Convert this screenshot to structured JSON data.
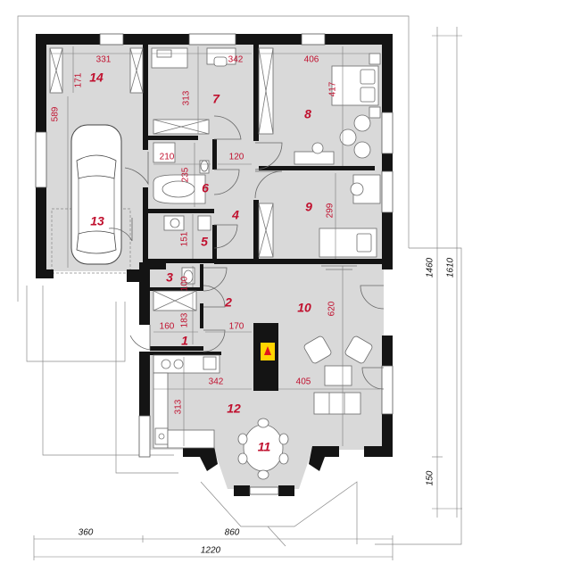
{
  "rooms": [
    {
      "key": "r1",
      "label": "1"
    },
    {
      "key": "r2",
      "label": "2"
    },
    {
      "key": "r3",
      "label": "3"
    },
    {
      "key": "r4",
      "label": "4"
    },
    {
      "key": "r5",
      "label": "5"
    },
    {
      "key": "r6",
      "label": "6"
    },
    {
      "key": "r7",
      "label": "7"
    },
    {
      "key": "r8",
      "label": "8"
    },
    {
      "key": "r9",
      "label": "9"
    },
    {
      "key": "r10",
      "label": "10"
    },
    {
      "key": "r11",
      "label": "11"
    },
    {
      "key": "r12",
      "label": "12"
    },
    {
      "key": "r13",
      "label": "13"
    },
    {
      "key": "r14",
      "label": "14"
    }
  ],
  "dims": {
    "d331": "331",
    "d342top": "342",
    "d406": "406",
    "d171": "171",
    "d589": "589",
    "d313top": "313",
    "d417": "417",
    "d210": "210",
    "d120": "120",
    "d235": "235",
    "d299": "299",
    "d151": "151",
    "d100": "100",
    "d183": "183",
    "d160": "160",
    "d170": "170",
    "d620": "620",
    "d342bot": "342",
    "d405": "405",
    "d313bot": "313"
  },
  "outer_dims": {
    "d360": "360",
    "d860": "860",
    "d1220": "1220",
    "d1460": "1460",
    "d1610": "1610",
    "d150": "150"
  },
  "colors": {
    "room_number": "#c0102e",
    "wall": "#141414",
    "floor": "#d9d9d9"
  }
}
